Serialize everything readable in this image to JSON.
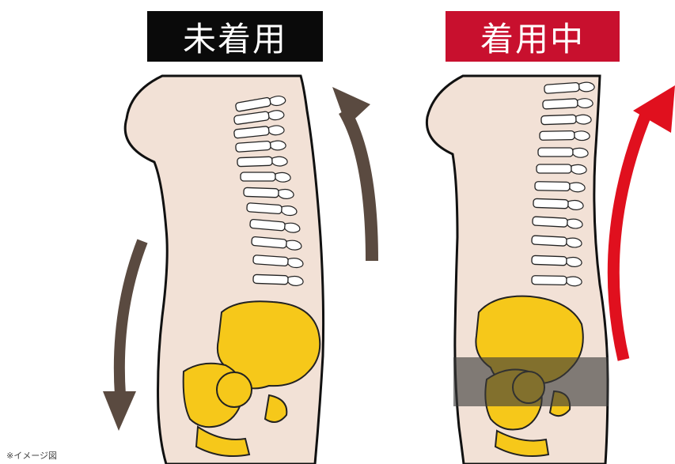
{
  "labels": {
    "before": "未着用",
    "during": "着用中"
  },
  "footnote": "※イメージ図",
  "colors": {
    "before_label_bg": "#0a0a0a",
    "during_label_bg": "#c8102e",
    "skin": "#f2e1d6",
    "bone_yellow": "#f6c81a",
    "arrow_brown": "#5a4a40",
    "arrow_red": "#e0101e",
    "belt": "#3a3a3a"
  },
  "icons": {
    "before_arrows": "posture-slump-arrows",
    "during_arrow": "posture-lift-arrow"
  }
}
